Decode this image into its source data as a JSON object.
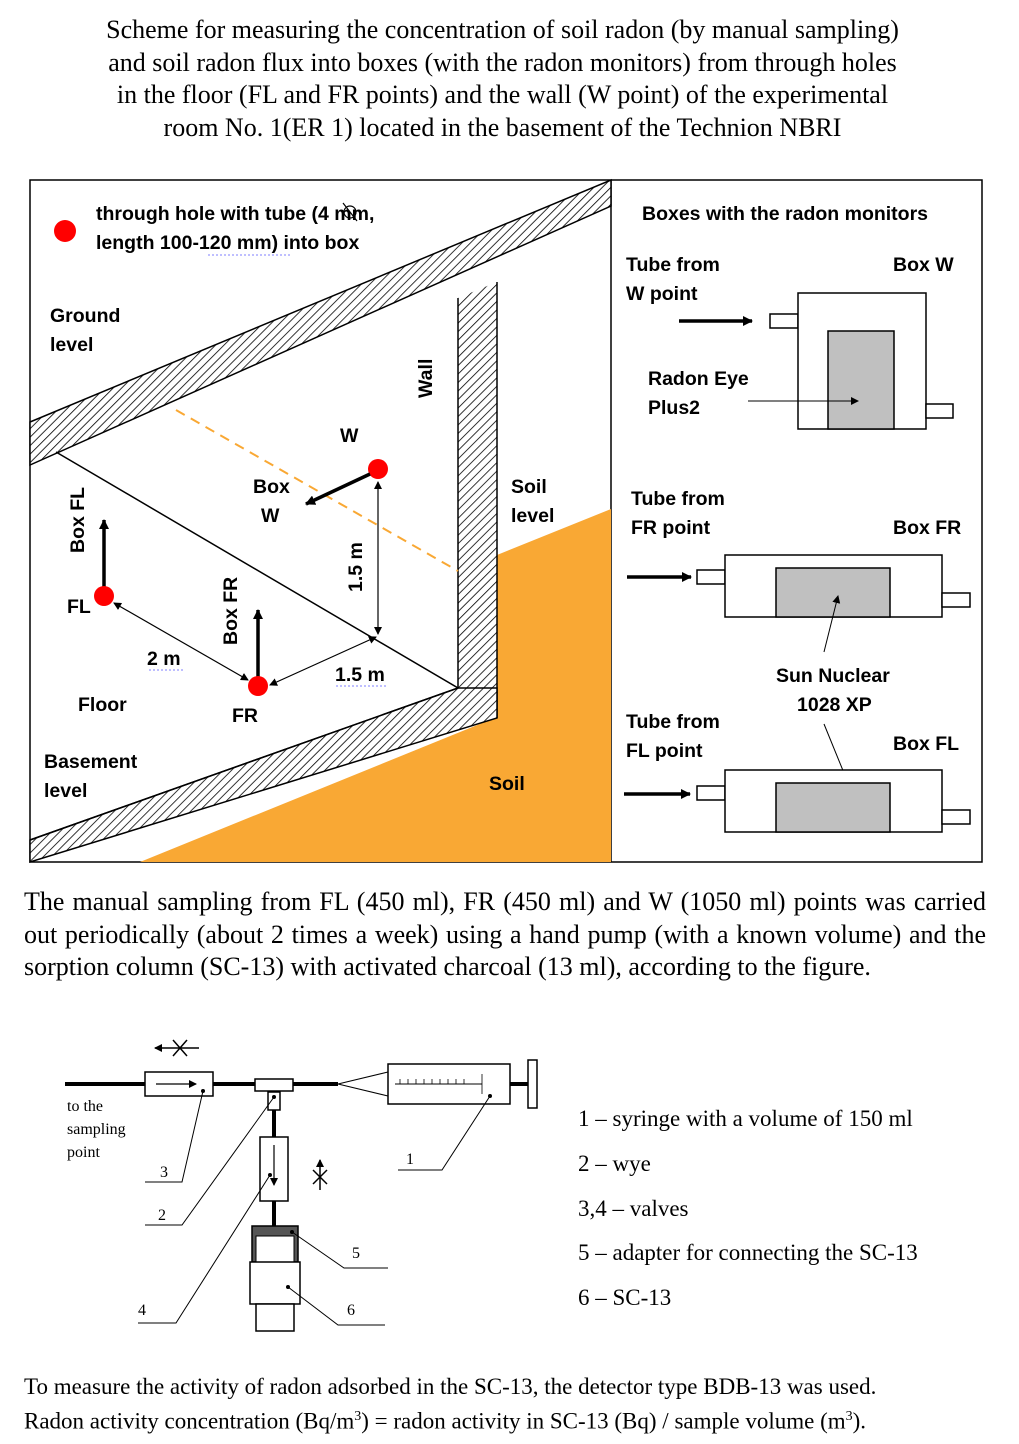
{
  "title": {
    "line1": "Scheme for measuring the concentration of soil radon (by manual sampling)",
    "line2": "and soil radon flux into boxes (with the radon monitors) from through holes",
    "line3": "in the floor (FL and FR points) and the wall (W point) of the experimental",
    "line4": "room No. 1(ER 1) located in the basement of the Technion NBRI"
  },
  "scheme": {
    "hole_legend_a": "through hole with tube (",
    "hole_legend_b": "4 mm,",
    "hole_legend_c": "length 100-120 mm) into box",
    "ground_level_1": "Ground",
    "ground_level_2": "level",
    "wall": "Wall",
    "w_point": "W",
    "box_w_1": "Box",
    "box_w_2": "W",
    "soil_level_1": "Soil",
    "soil_level_2": "level",
    "box_fl": "Box FL",
    "fl_point": "FL",
    "dist_1_5_vertical": "1.5 m",
    "box_fr": "Box FR",
    "dist_2": "2 m",
    "dist_1_5": "1.5 m",
    "floor": "Floor",
    "fr_point": "FR",
    "basement_level_1": "Basement",
    "basement_level_2": "level",
    "soil": "Soil",
    "soil_color": "#F9A834",
    "hole_color": "#FF0000"
  },
  "monitors": {
    "header": "Boxes with the radon monitors",
    "tube_w_1": "Tube from",
    "tube_w_2": "W point",
    "box_w": "Box W",
    "radon_eye_1": "Radon Eye",
    "radon_eye_2": "Plus2",
    "tube_fr_1": "Tube from",
    "tube_fr_2": "FR point",
    "box_fr": "Box FR",
    "sun_nuclear_1": "Sun Nuclear",
    "sun_nuclear_2": "1028 XP",
    "tube_fl_1": "Tube from",
    "tube_fl_2": "FL point",
    "box_fl": "Box FL",
    "monitor_color": "#C0C0C0"
  },
  "paragraph": "The manual sampling from FL (450 ml), FR (450 ml) and W (1050 ml) points was carried out periodically (about 2 times a week) using a hand pump (with a known volume) and the sorption column (SC-13) with activated charcoal (13 ml), according to the figure.",
  "sampling": {
    "to_point_1": "to the",
    "to_point_2": "sampling",
    "to_point_3": "point",
    "n1": "1",
    "n2": "2",
    "n3": "3",
    "n4": "4",
    "n5": "5",
    "n6": "6"
  },
  "legend": [
    "1 – syringe with a volume of 150 ml",
    "2 – wye",
    "3,4 – valves",
    "5 – adapter for connecting the SC-13",
    "6 – SC-13"
  ],
  "bottom": {
    "line1": "To measure the activity of radon adsorbed in the SC-13, the detector type BDB-13 was used.",
    "line2a": "Radon activity concentration (Bq/m",
    "line2b": "3",
    "line2c": ") = radon activity in SC-13 (Bq) / sample volume (m",
    "line2d": "3",
    "line2e": ")."
  }
}
